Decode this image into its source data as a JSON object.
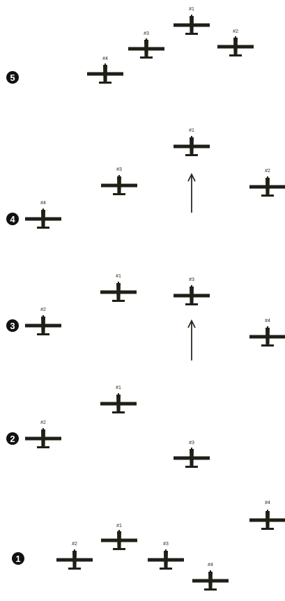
{
  "colors": {
    "aircraft": "#1f1f17",
    "marker_fill": "#111111",
    "marker_text": "#ffffff",
    "arrow": "#2a2a22",
    "label": "#2a2a22"
  },
  "icons": {
    "aircraft": "fighter-plane-icon",
    "step_marker": "numbered-circle-icon",
    "movement": "arrow-up-icon"
  },
  "steps": [
    {
      "number": "5",
      "aircraft": [
        {
          "label": "#4"
        },
        {
          "label": "#3"
        },
        {
          "label": "#1"
        },
        {
          "label": "#2"
        }
      ],
      "arrows": 0
    },
    {
      "number": "4",
      "aircraft": [
        {
          "label": "#1"
        },
        {
          "label": "#3"
        },
        {
          "label": "#2"
        },
        {
          "label": "#4"
        }
      ],
      "arrows": 1
    },
    {
      "number": "3",
      "aircraft": [
        {
          "label": "#1"
        },
        {
          "label": "#3"
        },
        {
          "label": "#2"
        },
        {
          "label": "#4"
        }
      ],
      "arrows": 1
    },
    {
      "number": "2",
      "aircraft": [
        {
          "label": "#1"
        },
        {
          "label": "#2"
        },
        {
          "label": "#3"
        }
      ],
      "arrows": 0
    },
    {
      "number": "1",
      "aircraft": [
        {
          "label": "#4"
        },
        {
          "label": "#1"
        },
        {
          "label": "#2"
        },
        {
          "label": "#3"
        },
        {
          "label": "#4"
        }
      ],
      "arrows": 0
    }
  ]
}
